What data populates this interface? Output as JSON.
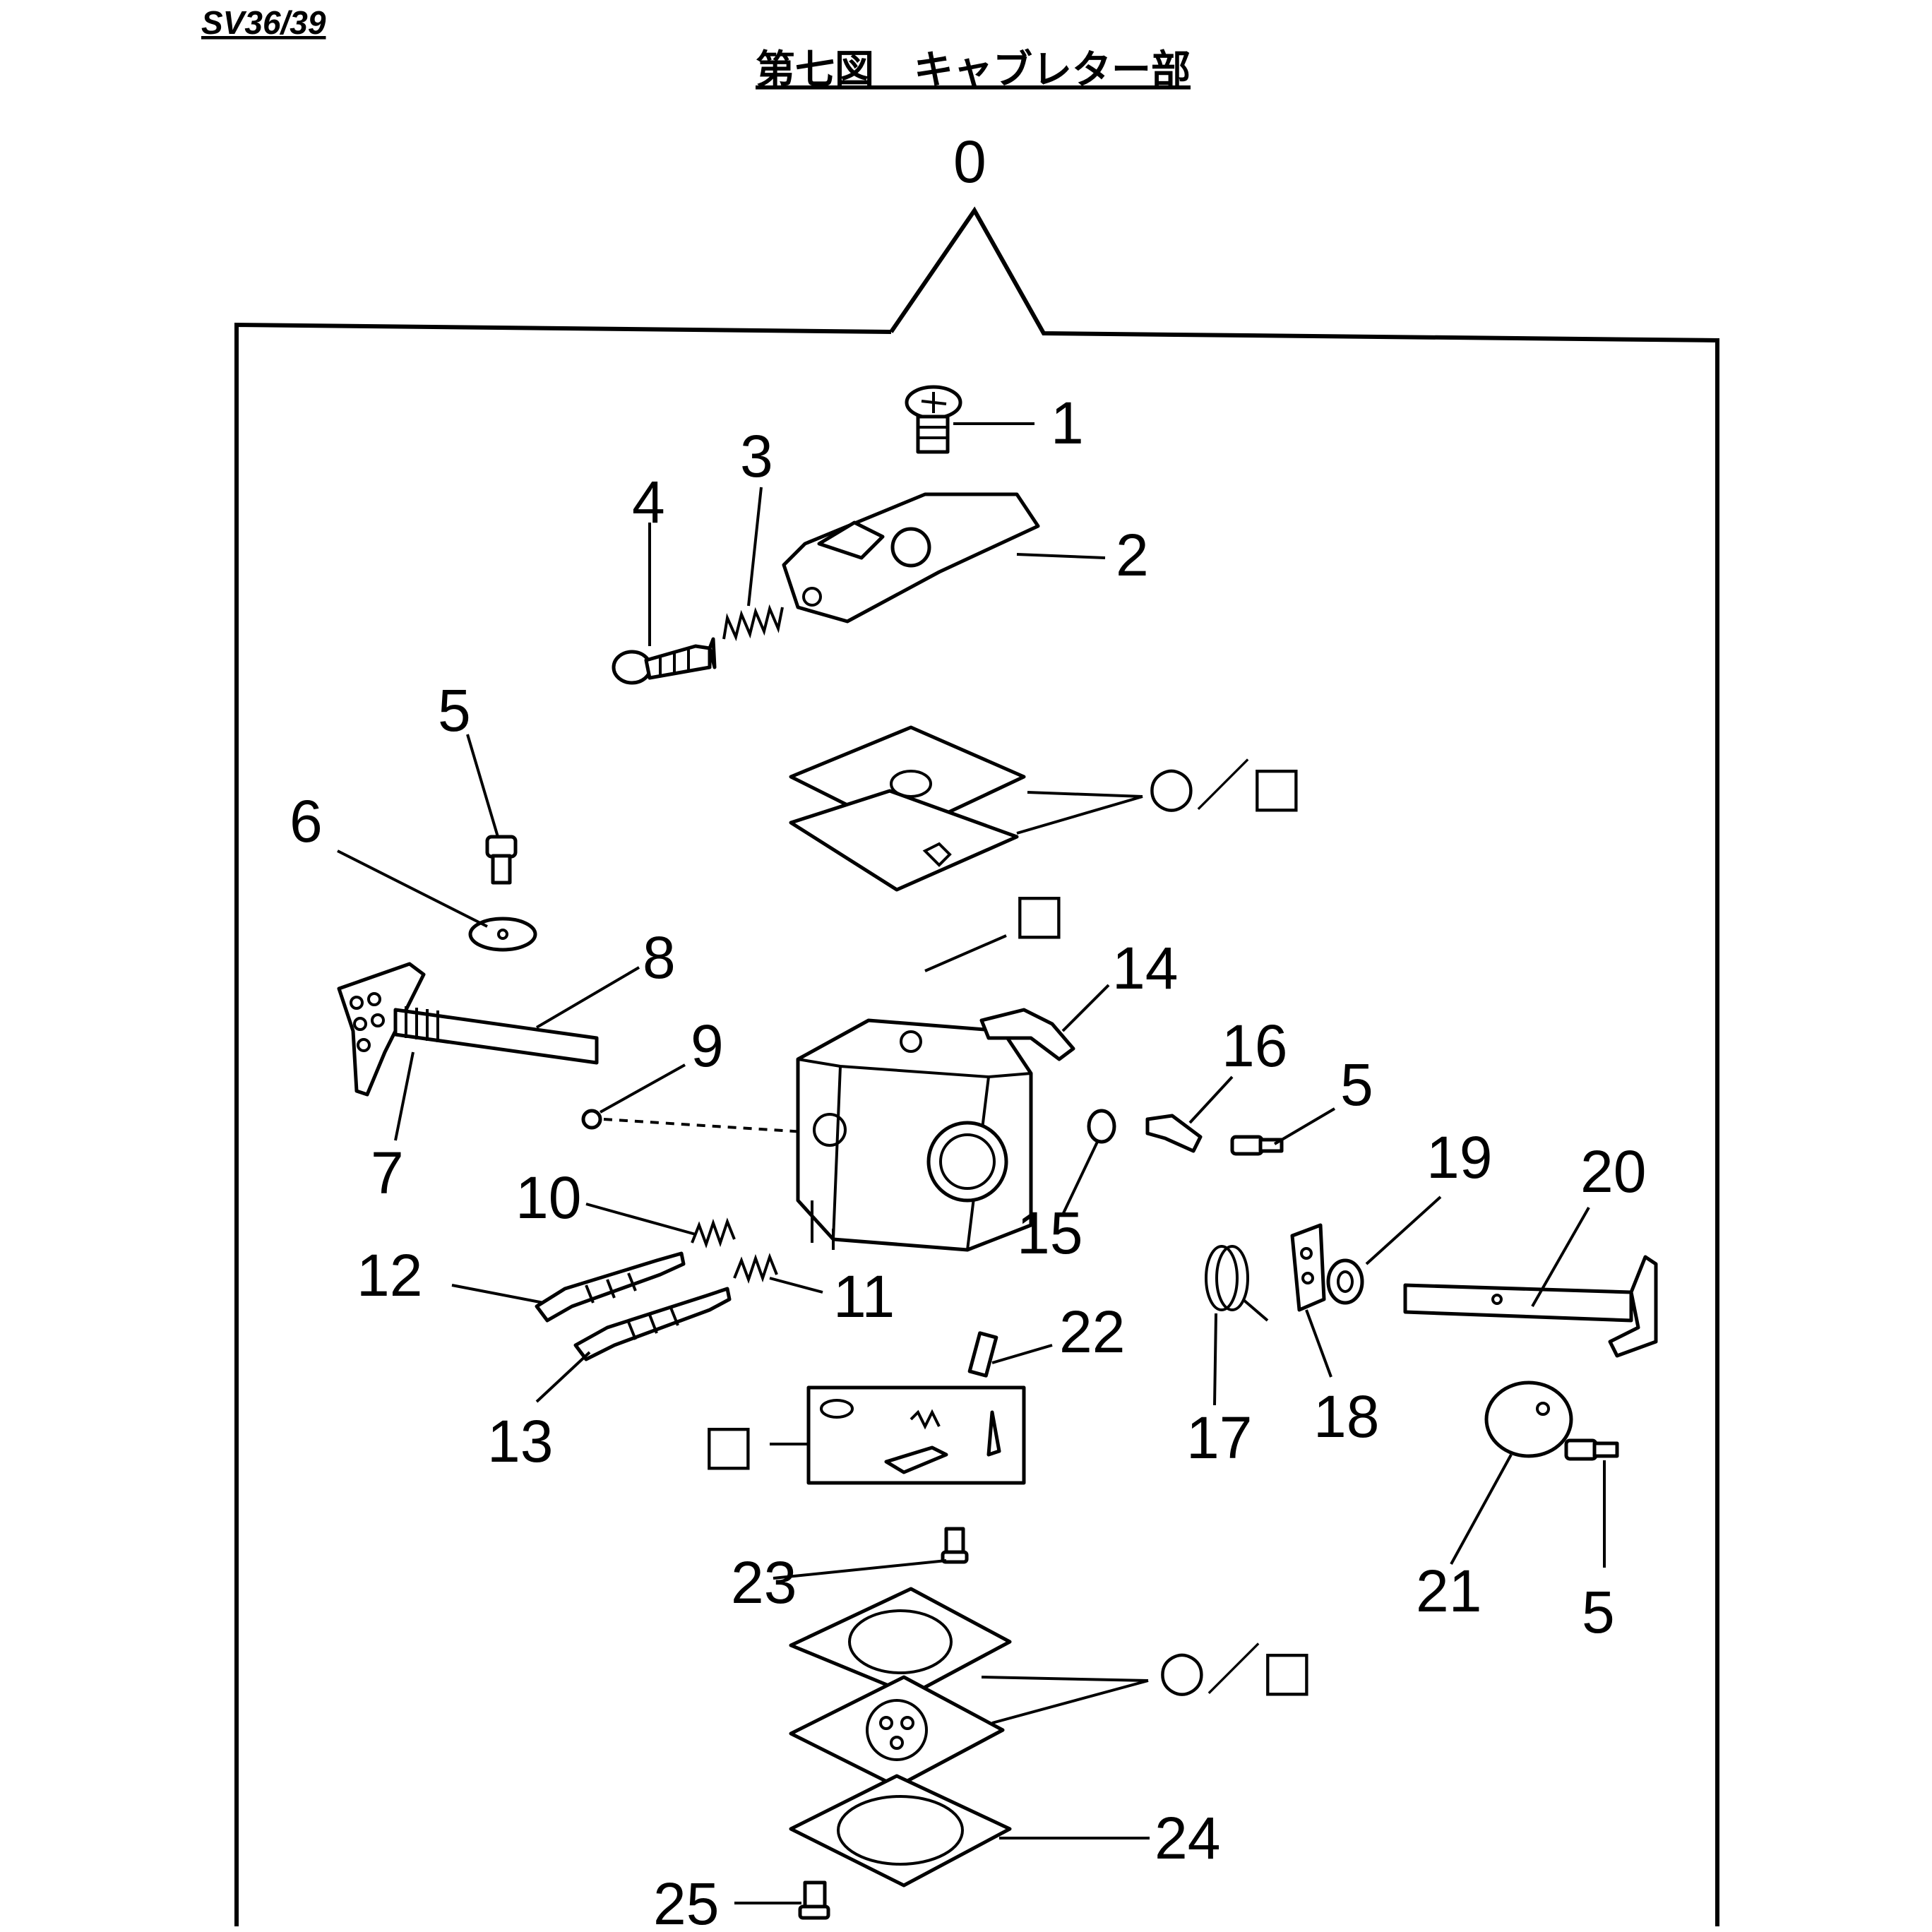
{
  "header": {
    "model_code": "SV36/39",
    "title": "第七図　キャブレター部"
  },
  "assembly_label": "0",
  "callouts": [
    "1",
    "2",
    "3",
    "4",
    "5",
    "6",
    "7",
    "8",
    "9",
    "10",
    "11",
    "12",
    "13",
    "14",
    "15",
    "16",
    "5",
    "19",
    "20",
    "17",
    "18",
    "21",
    "5",
    "22",
    "23",
    "24",
    "25"
  ],
  "legend": {
    "circle_slash_square": "○／□",
    "square": "□"
  }
}
